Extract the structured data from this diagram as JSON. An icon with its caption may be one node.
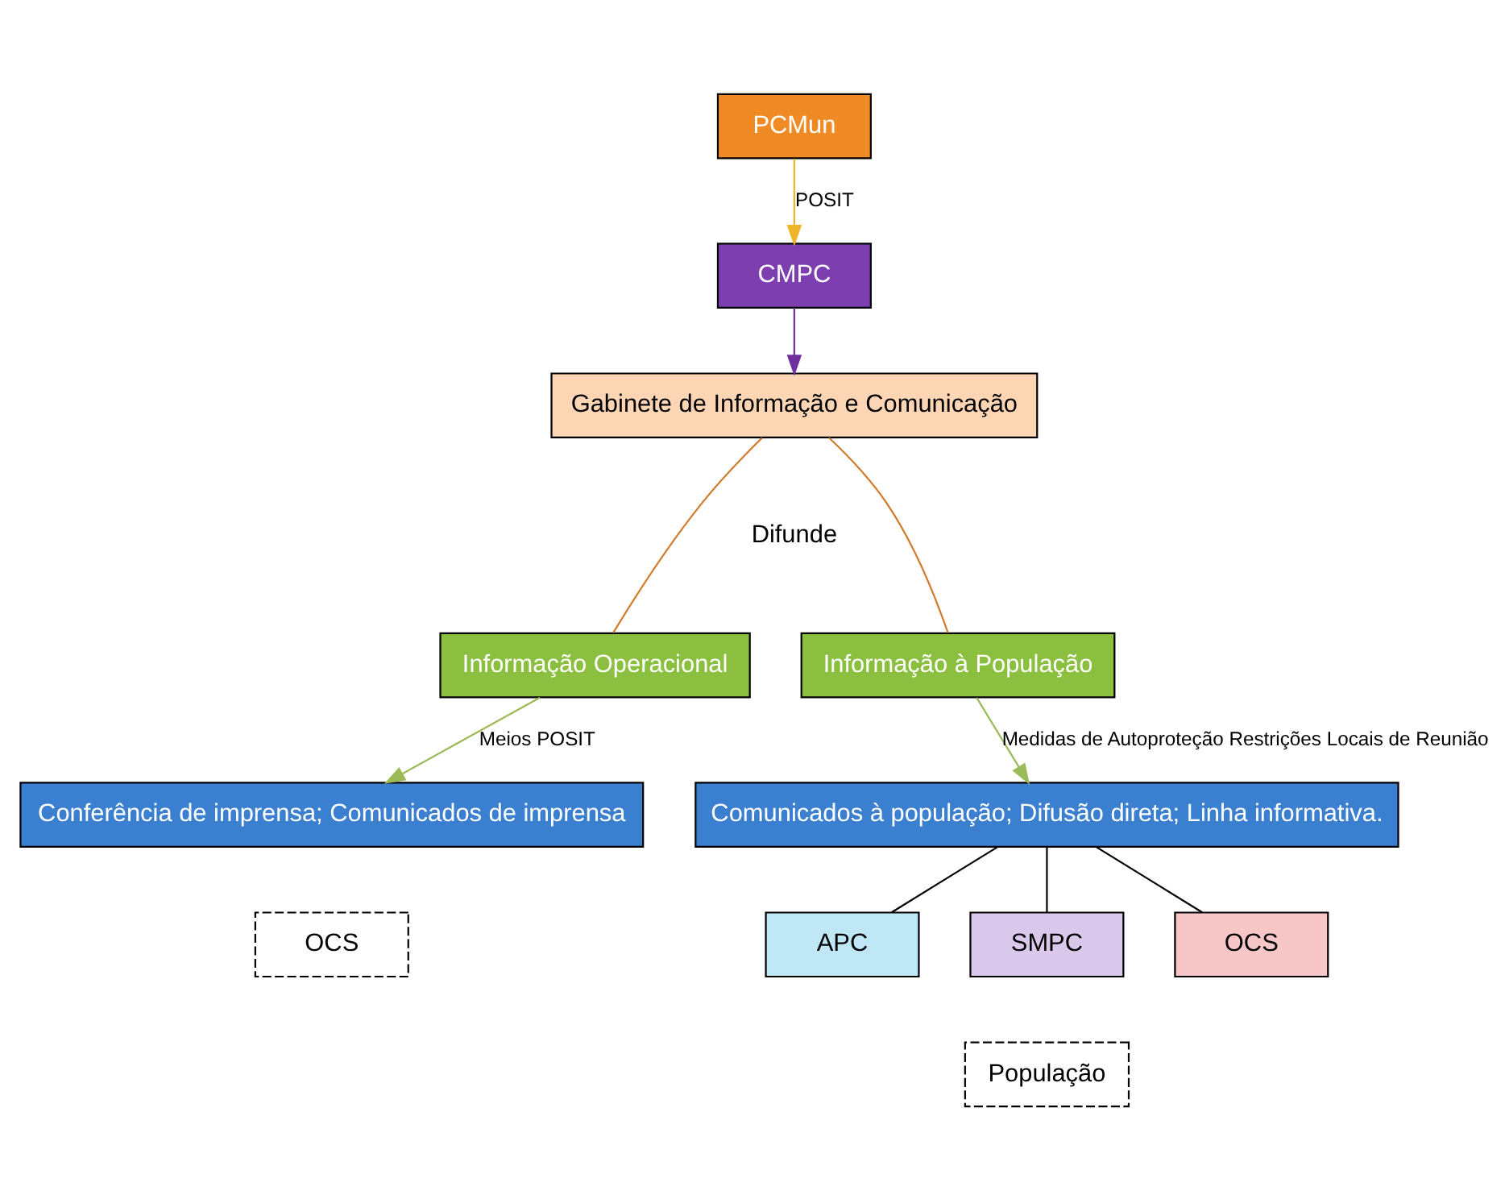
{
  "diagram": {
    "nodes": [
      {
        "text": [
          "PCMun"
        ]
      },
      {
        "text": [
          "CMPC"
        ]
      },
      {
        "text": [
          "Gabinete de Informação e Comunicação"
        ]
      },
      {
        "text": [
          "Informação Operacional"
        ]
      },
      {
        "text": [
          "Informação à População"
        ]
      },
      {
        "text": [
          "Conferência de imprensa; Comunicados de imprensa"
        ]
      },
      {
        "text": [
          "OCS"
        ]
      },
      {
        "text": [
          "Comunicados à população; Difusão direta; Linha informativa."
        ]
      },
      {
        "text": [
          "OCS"
        ]
      },
      {
        "text": [
          "APC"
        ]
      },
      {
        "text": [
          "SMPC"
        ]
      },
      {
        "text": [
          "População"
        ]
      }
    ],
    "edges": [
      {
        "from": 0,
        "to": 1,
        "arrow": "to",
        "label": "POSIT",
        "color": "#f0b429"
      },
      {
        "from": 1,
        "to": 2,
        "arrow": "to",
        "color": "#7030a0"
      },
      {
        "from": 2,
        "to": 3,
        "arrow": "none",
        "color": "#d07a2a"
      },
      {
        "from": 2,
        "to": 4,
        "arrow": "none",
        "color": "#d07a2a"
      },
      {
        "from": 3,
        "to": 5,
        "arrow": "to",
        "label": "Meios POSIT",
        "color": "#9bbb59"
      },
      {
        "from": 4,
        "to": 7,
        "arrow": "to",
        "label": "Medidas de Autoproteção Restrições Locais de Reunião",
        "color": "#9bbb59"
      },
      {
        "from": 7,
        "to": 8,
        "arrow": "none"
      },
      {
        "from": 7,
        "to": 9,
        "arrow": "none"
      },
      {
        "from": 7,
        "to": 10,
        "arrow": "none"
      }
    ],
    "labels": [
      "Difunde"
    ]
  }
}
